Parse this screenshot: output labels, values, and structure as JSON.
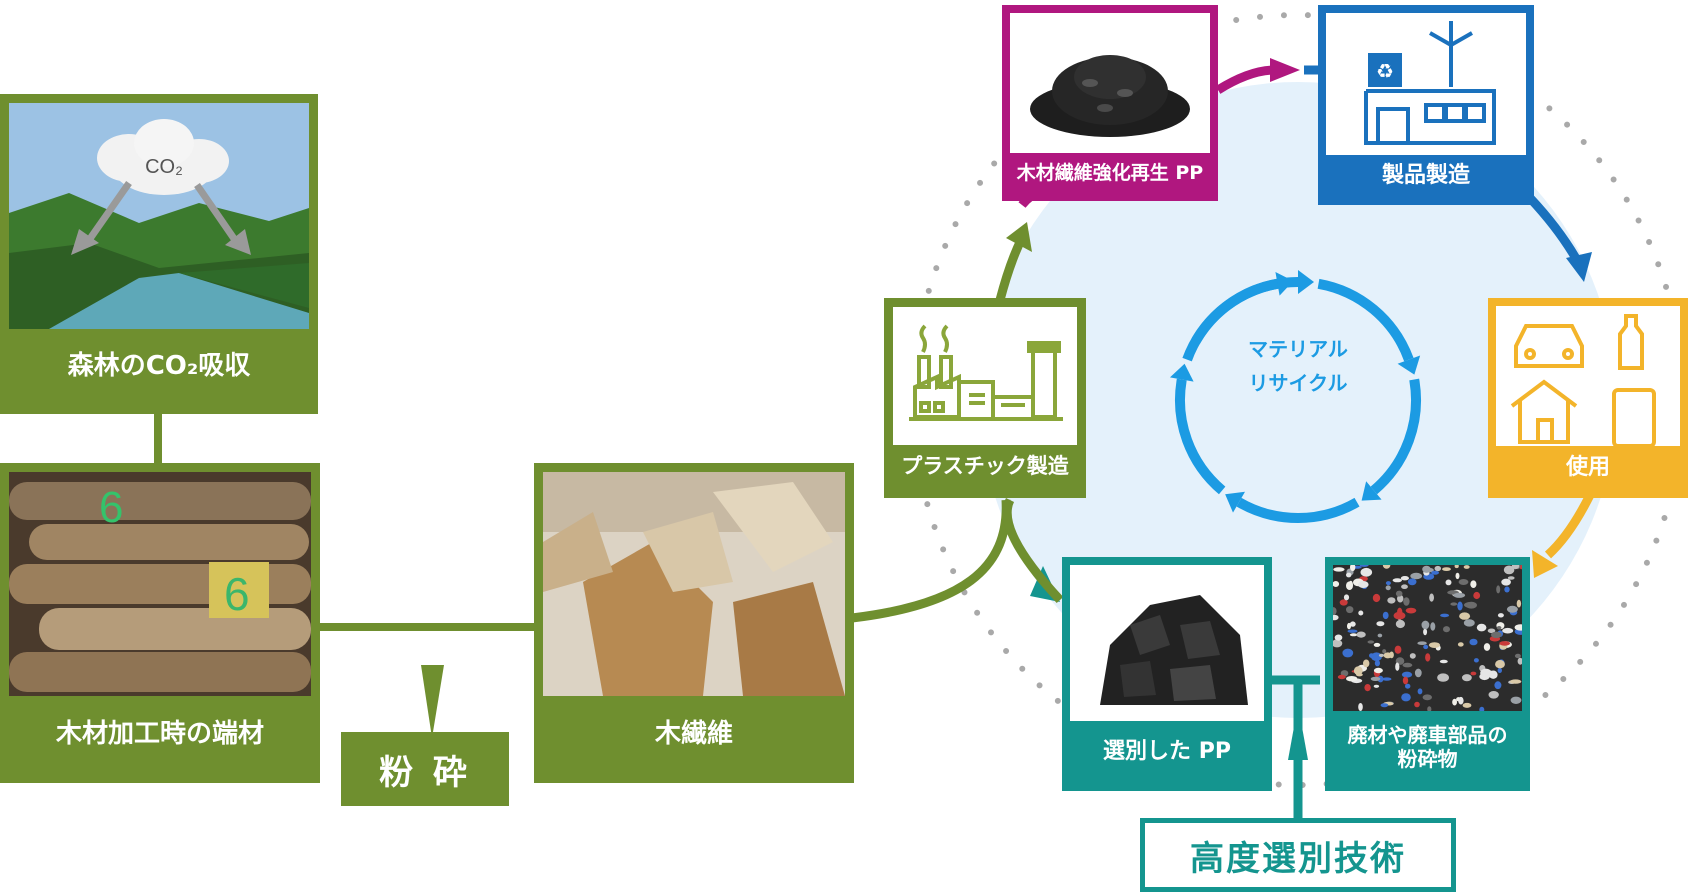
{
  "linear_flow": {
    "forest": {
      "label": "森林のCO₂吸収",
      "cloud_text": "CO₂"
    },
    "offcuts": {
      "label": "木材加工時の端材"
    },
    "grinding": {
      "label": "粉 砕"
    },
    "fiber": {
      "label": "木繊維"
    }
  },
  "cycle": {
    "center_label_line1": "マテリアル",
    "center_label_line2": "リサイクル",
    "nodes": {
      "plastic_manufacturing": {
        "label": "プラスチック製造",
        "color": "#6f8f2f"
      },
      "wood_fiber_pp": {
        "label": "木材繊維強化再生 PP",
        "color": "#b0177f"
      },
      "product_manufacturing": {
        "label": "製品製造",
        "color": "#1a71bd"
      },
      "use": {
        "label": "使用",
        "color": "#f3b42a"
      },
      "crushed_parts": {
        "label_line1": "廃材や廃車部品の",
        "label_line2": "粉砕物",
        "color": "#14958f"
      },
      "sorted_pp": {
        "label": "選別した PP",
        "color": "#14958f"
      }
    },
    "sorting_tech": {
      "label": "高度選別技術",
      "color": "#14958f"
    }
  },
  "colors": {
    "green": "#6f8f2f",
    "magenta": "#b0177f",
    "blue": "#1a71bd",
    "yellow": "#f3b42a",
    "teal": "#14958f",
    "cycle_arrow": "#1c9be3",
    "circle_fill": "#e4f1fb"
  }
}
